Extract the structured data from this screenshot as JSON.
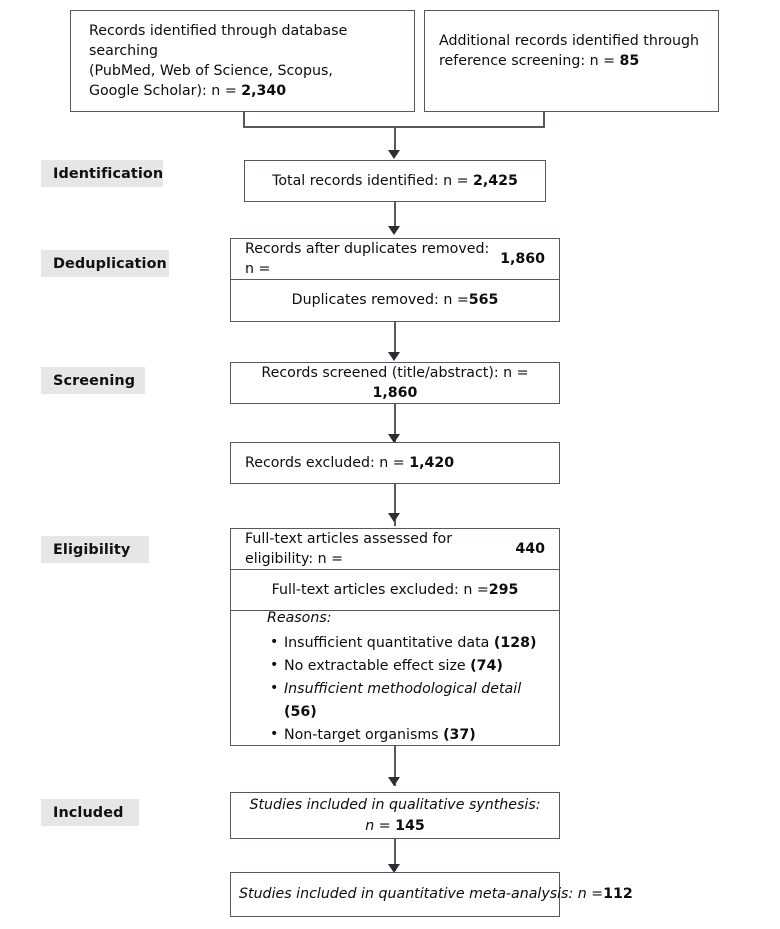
{
  "diagram": {
    "type": "prisma-flow-diagram",
    "border_color": "#54585f",
    "stage_label_background": "#e6e6e8",
    "text_color": "#0d0d0d"
  },
  "stages": [
    {
      "id": "identification",
      "label": "Identification"
    },
    {
      "id": "deduplication",
      "label": "Deduplication"
    },
    {
      "id": "screening",
      "label": "Screening"
    },
    {
      "id": "eligibility",
      "label": "Eligibility"
    },
    {
      "id": "included",
      "label": "Included"
    }
  ],
  "sources": {
    "database": {
      "line1": "Records identified through database searching",
      "line2": "(PubMed, Web of Science, Scopus,",
      "line3_prefix": "Google Scholar): n = ",
      "count": "2,340"
    },
    "reference": {
      "line1": "Additional records identified through",
      "line2_prefix": "reference screening: n = ",
      "count": "85"
    }
  },
  "boxes": {
    "total_identified": {
      "label_prefix": "Total records identified: n = ",
      "count": "2,425"
    },
    "after_duplicates": {
      "label_prefix": "Records after duplicates removed: n = ",
      "count": "1,860"
    },
    "duplicates_removed": {
      "label_prefix": "Duplicates removed:  n = ",
      "count": "565"
    },
    "records_screened": {
      "label_prefix": "Records screened (title/abstract): n = ",
      "count": "1,860"
    },
    "records_excluded": {
      "label_prefix": "Records excluded: n = ",
      "count": "1,420"
    },
    "fulltext_assessed": {
      "label_prefix": "Full-text articles assessed for eligibility: n = ",
      "count": "440"
    },
    "fulltext_excluded": {
      "label_prefix": "Full-text articles excluded: n = ",
      "count": "295"
    },
    "qualitative": {
      "label_prefix": "Studies included in qualitative synthesis: n = ",
      "count": "145"
    },
    "quantitative": {
      "label_prefix": "Studies included in quantitative meta-analysis: n =",
      "count": "112"
    }
  },
  "reasons": {
    "title": "Reasons:",
    "items": [
      {
        "text": "Insufficient quantitative data",
        "count": "(128)",
        "italic": false
      },
      {
        "text": "No extractable effect size",
        "count": "(74)",
        "italic": false
      },
      {
        "text": "Insufficient methodological detail",
        "count": "(56)",
        "italic": true
      },
      {
        "text": "Non-target organisms",
        "count": "(37)",
        "italic": false
      }
    ]
  },
  "chart_data": {
    "type": "flow",
    "title": "PRISMA study selection flow diagram",
    "nodes": [
      {
        "id": "db_search",
        "stage": "Identification",
        "label": "Records identified through database searching (PubMed, Web of Science, Scopus, Google Scholar)",
        "n": 2340
      },
      {
        "id": "ref_screen",
        "stage": "Identification",
        "label": "Additional records identified through reference screening",
        "n": 85
      },
      {
        "id": "total",
        "stage": "Identification",
        "label": "Total records identified",
        "n": 2425
      },
      {
        "id": "after_dupes",
        "stage": "Deduplication",
        "label": "Records after duplicates removed",
        "n": 1860
      },
      {
        "id": "dupes_removed",
        "stage": "Deduplication",
        "label": "Duplicates removed",
        "n": 565
      },
      {
        "id": "screened",
        "stage": "Screening",
        "label": "Records screened (title/abstract)",
        "n": 1860
      },
      {
        "id": "excluded",
        "stage": "Screening",
        "label": "Records excluded",
        "n": 1420
      },
      {
        "id": "fulltext",
        "stage": "Eligibility",
        "label": "Full-text articles assessed for eligibility",
        "n": 440
      },
      {
        "id": "fulltext_excl",
        "stage": "Eligibility",
        "label": "Full-text articles excluded",
        "n": 295
      },
      {
        "id": "qualitative",
        "stage": "Included",
        "label": "Studies included in qualitative synthesis",
        "n": 145
      },
      {
        "id": "quantitative",
        "stage": "Included",
        "label": "Studies included in quantitative meta-analysis",
        "n": 112
      }
    ],
    "exclusion_reasons": {
      "parent": "fulltext_excl",
      "total": 295,
      "categories": [
        "Insufficient quantitative data",
        "No extractable effect size",
        "Insufficient methodological detail",
        "Non-target organisms"
      ],
      "values": [
        128,
        74,
        56,
        37
      ]
    },
    "edges": [
      {
        "from": "db_search",
        "to": "total"
      },
      {
        "from": "ref_screen",
        "to": "total"
      },
      {
        "from": "total",
        "to": "after_dupes"
      },
      {
        "from": "dupes_removed",
        "to": "screened"
      },
      {
        "from": "screened",
        "to": "excluded"
      },
      {
        "from": "excluded",
        "to": "fulltext"
      },
      {
        "from": "fulltext_excl",
        "to": "qualitative"
      },
      {
        "from": "qualitative",
        "to": "quantitative"
      }
    ]
  }
}
